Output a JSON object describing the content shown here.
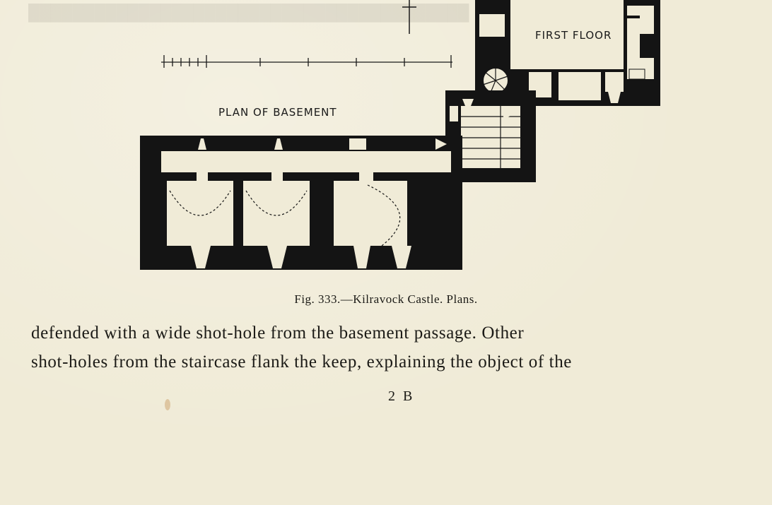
{
  "figure": {
    "label_first_floor": "FIRST FLOOR",
    "label_basement": "PLAN OF BASEMENT",
    "caption": "Fig. 333.—Kilravock Castle. Plans."
  },
  "body_text": {
    "line1": "defended with a wide shot-hole from the basement passage. Other",
    "line2": "shot-holes from the staircase flank the keep, explaining the object of the"
  },
  "signature": "2 B",
  "colors": {
    "paper": "#f0ebd7",
    "ink": "#1b1a16"
  }
}
